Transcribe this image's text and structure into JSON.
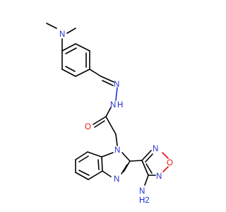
{
  "colors": {
    "carbon": "#000000",
    "nitrogen": "#1f2fd6",
    "oxygen": "#e3140f",
    "background": "#ffffff"
  },
  "atoms": {
    "dimethylamino_n": "N",
    "imine_n": "N",
    "hydrazide_n": "N",
    "hydrazide_h": "H",
    "carbonyl_o": "O",
    "benzimidazole_n1": "N",
    "benzimidazole_n3": "N",
    "furazan_n_top": "N",
    "furazan_o": "O",
    "furazan_n_bottom": "N",
    "amino_n": "N",
    "amino_h2": "H2"
  }
}
